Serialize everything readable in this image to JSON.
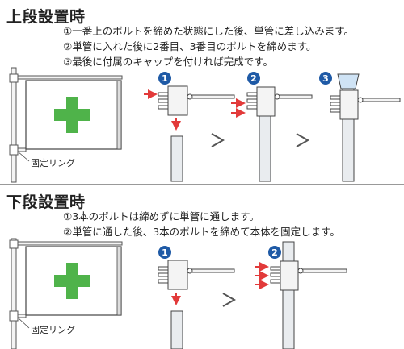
{
  "upper": {
    "title": "上段設置時",
    "instructions": [
      "①一番上のボルトを締めた状態にした後、単管に差し込みます。",
      "②単管に入れた後に2番目、3番目のボルトを締めます。",
      "③最後に付属のキャップを付ければ完成です。"
    ],
    "ring_label": "固定リング",
    "steps": [
      "1",
      "2",
      "3"
    ]
  },
  "lower": {
    "title": "下段設置時",
    "instructions": [
      "①3本のボルトは締めずに単管に通します。",
      "②単管に通した後、3本のボルトを締めて本体を固定します。"
    ],
    "ring_label": "固定リング",
    "steps": [
      "1",
      "2"
    ]
  },
  "colors": {
    "step_badge": "#1f5aa6",
    "arrow_red": "#e23a3a",
    "cross_green": "#4fb34a",
    "pipe_fill": "#e9ecef",
    "cap_blue": "#cfe3f5"
  }
}
